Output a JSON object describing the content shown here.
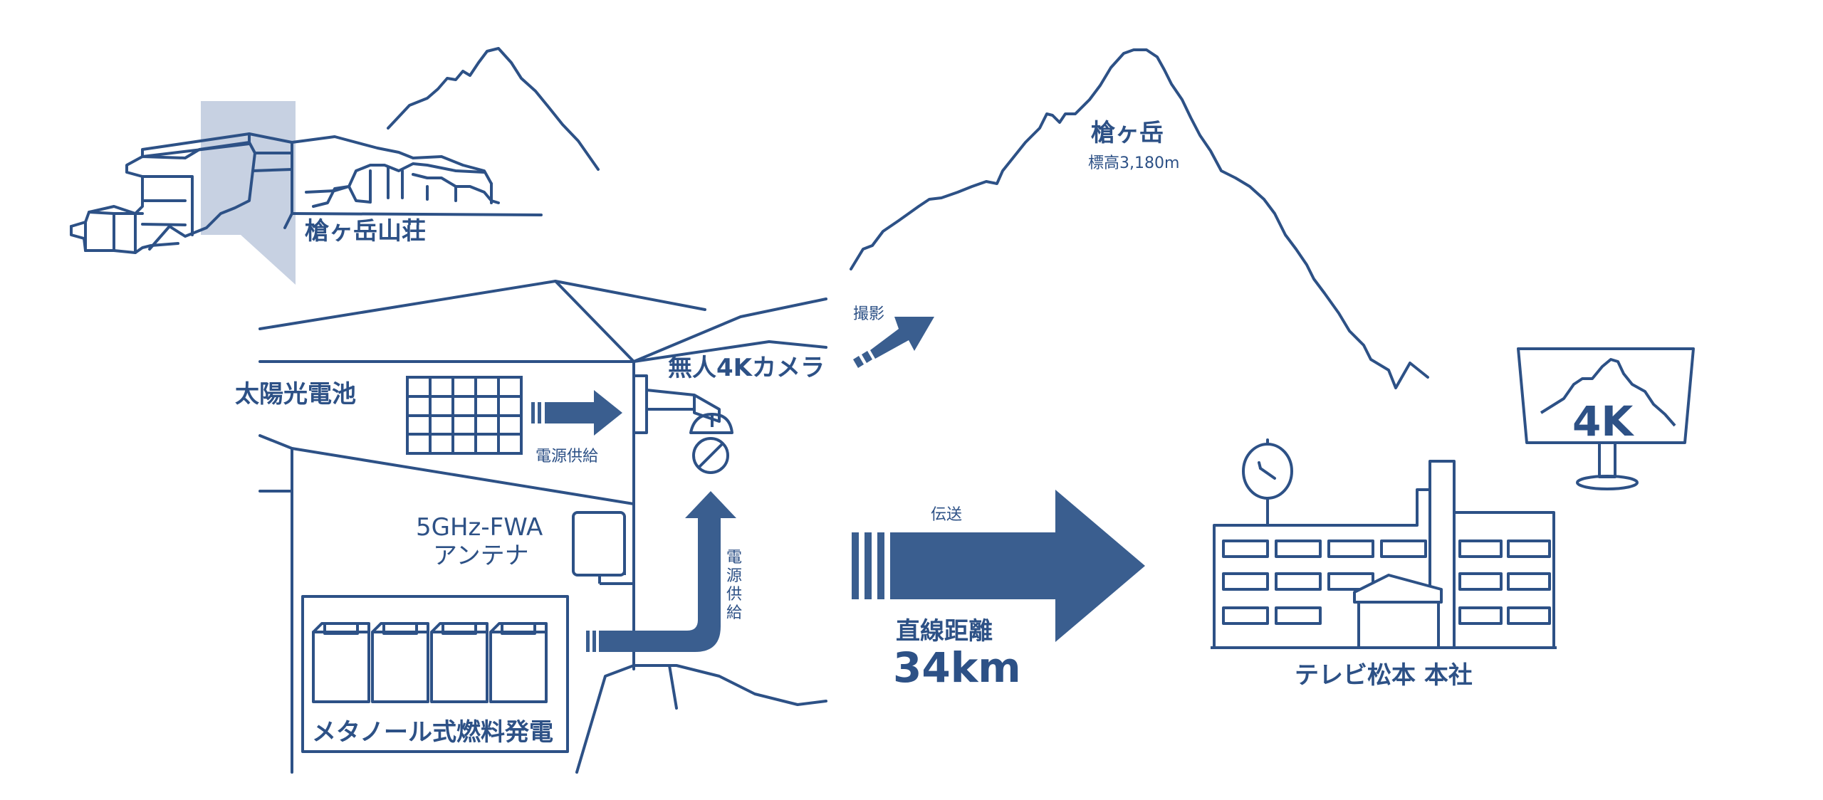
{
  "colors": {
    "line": "#2d5186",
    "arrow": "#3a5e8f",
    "highlight": "#c7d1e2",
    "background": "#ffffff"
  },
  "labels": {
    "lodge_name": "槍ヶ岳山荘",
    "solar_panel": "太陽光電池",
    "power_supply_horizontal": "電源供給",
    "power_supply_vertical": [
      "電",
      "源",
      "供",
      "給"
    ],
    "camera": "無人4Kカメラ",
    "antenna_line1": "5GHz-FWA",
    "antenna_line2": "アンテナ",
    "fuel_cell": "メタノール式燃料発電",
    "shooting": "撮影",
    "mountain_name": "槍ヶ岳",
    "elevation": "標高3,180m",
    "transmission": "伝送",
    "distance_label": "直線距離",
    "distance_value": "34km",
    "monitor_text": "4K",
    "station_name": "テレビ松本 本社"
  },
  "icons": [
    "lodge-illustration",
    "solar-panel-icon",
    "security-camera-icon",
    "fwa-antenna-icon",
    "fuel-cell-units-icon",
    "mountain-peak-illustration",
    "broadcast-building-icon",
    "satellite-dish-icon",
    "4k-monitor-icon"
  ]
}
